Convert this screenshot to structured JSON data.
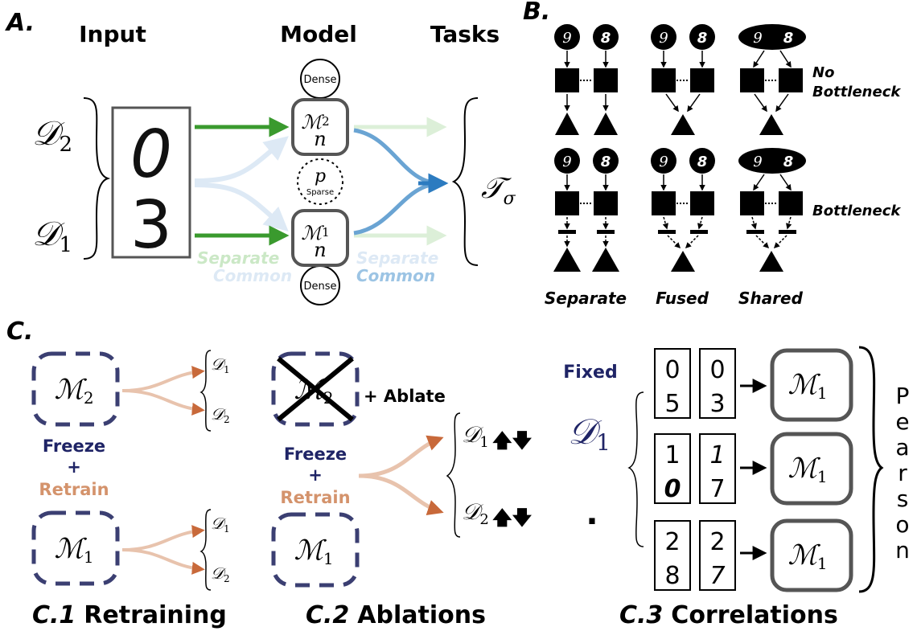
{
  "panel_a": {
    "letter": "A.",
    "col_input": "Input",
    "col_model": "Model",
    "col_tasks": "Tasks",
    "d2": "𝒟",
    "d2_sub": "2",
    "d1": "𝒟",
    "d1_sub": "1",
    "m2": "ℳ",
    "m2_sub": "2",
    "m1": "ℳ",
    "m1_sub": "1",
    "n": "n",
    "dense_top": "Dense",
    "dense_bottom": "Dense",
    "p": "p",
    "sparse": "Sparse",
    "tau": "𝒯",
    "sigma": "σ",
    "digit_top": "0",
    "digit_bottom": "3",
    "legend_separate_green": "Separate",
    "legend_common_green": "Common",
    "legend_separate_blue": "Separate",
    "legend_common_blue": "Common",
    "colors": {
      "green": "#3a9a2e",
      "blue": "#2c7bc0",
      "green_light": "#cbe8c6",
      "blue_light": "#cfe1f1"
    }
  },
  "panel_b": {
    "letter": "B.",
    "col_separate": "Separate",
    "col_fused": "Fused",
    "col_shared": "Shared",
    "row_no_bottleneck_1": "No",
    "row_no_bottleneck_2": "Bottleneck",
    "row_bottleneck": "Bottleneck",
    "digit_a": "9",
    "digit_b": "8"
  },
  "panel_c": {
    "letter": "C.",
    "c1": {
      "number": "C.1",
      "title": "Retraining",
      "freeze": "Freeze",
      "plus": "+",
      "retrain": "Retrain",
      "m2": "ℳ",
      "m2_sub": "2",
      "m1": "ℳ",
      "m1_sub": "1",
      "d1": "𝒟",
      "d1_sub": "1",
      "d2": "𝒟",
      "d2_sub": "2"
    },
    "c2": {
      "number": "C.2",
      "title": "Ablations",
      "ablate": "+ Ablate",
      "freeze": "Freeze",
      "plus": "+",
      "retrain": "Retrain",
      "m2": "ℳ",
      "m2_sub": "2",
      "m1": "ℳ",
      "m1_sub": "1",
      "d1": "𝒟",
      "d1_sub": "1",
      "d2": "𝒟",
      "d2_sub": "2",
      "updown": "🡅🡇"
    },
    "c3": {
      "number": "C.3",
      "title": "Correlations",
      "fixed": "Fixed",
      "d1": "𝒟",
      "d1_sub": "1",
      "dot": "·",
      "m1": "ℳ",
      "m1_sub": "1",
      "pearson": [
        "P",
        "e",
        "a",
        "r",
        "s",
        "o",
        "n"
      ],
      "pairs": [
        {
          "left_top": "0",
          "left_bottom": "5",
          "right_top": "0",
          "right_bottom": "3"
        },
        {
          "left_top": "1",
          "left_bottom": "0",
          "right_top": "1",
          "right_bottom": "7"
        },
        {
          "left_top": "2",
          "left_bottom": "8",
          "right_top": "2",
          "right_bottom": "7"
        }
      ]
    },
    "colors": {
      "navy": "#1f2466",
      "tan": "#d4936c",
      "dash": "#3b3f72",
      "arrow": "#c8693a"
    }
  }
}
